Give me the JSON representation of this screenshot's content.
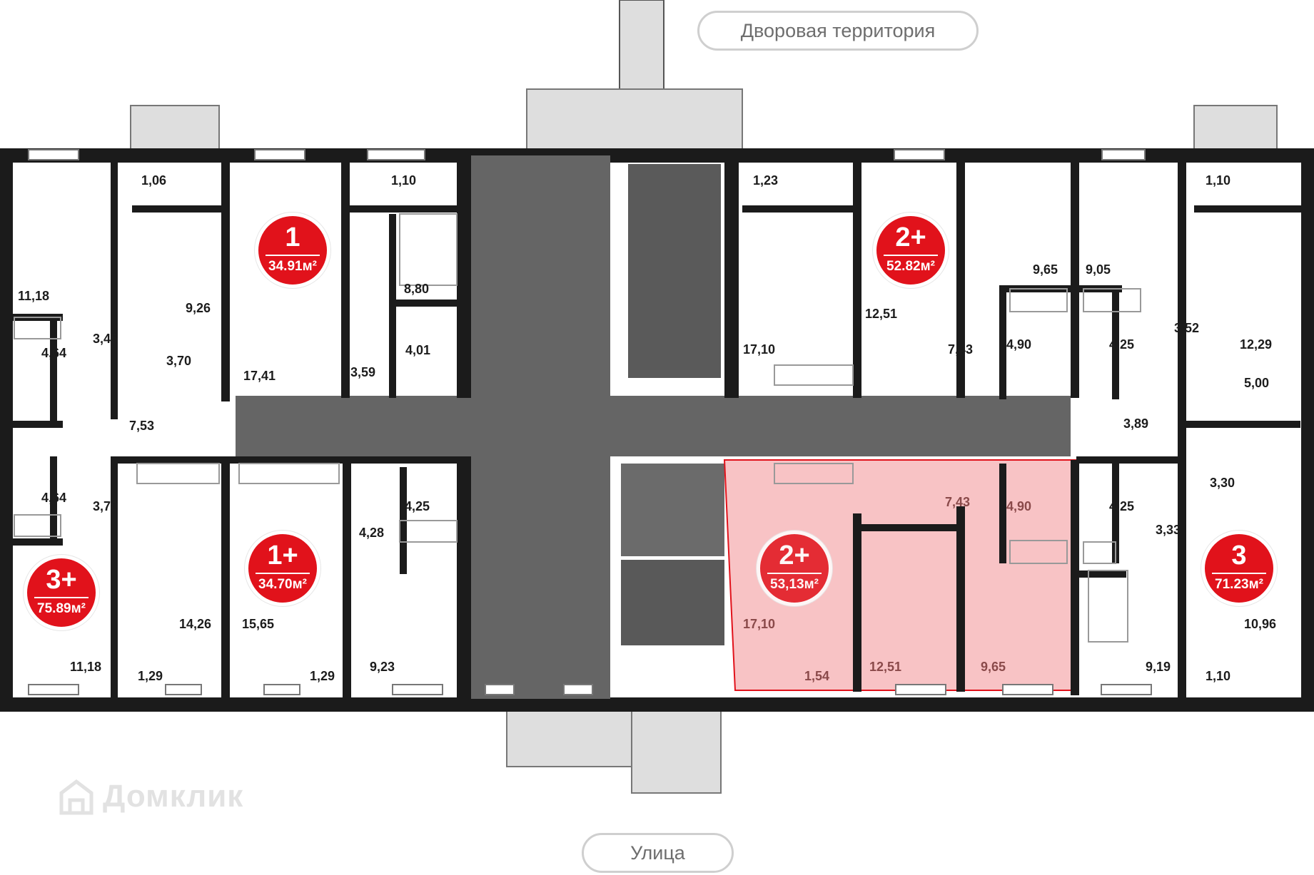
{
  "labels": {
    "courtyard": "Дворовая территория",
    "street": "Улица",
    "brand": "Домклик"
  },
  "apartments": [
    {
      "rooms": "1",
      "area": "34.91м²"
    },
    {
      "rooms": "2+",
      "area": "52.82м²"
    },
    {
      "rooms": "1+",
      "area": "34.70м²"
    },
    {
      "rooms": "2+",
      "area": "53,13м²",
      "highlighted": true
    },
    {
      "rooms": "3+",
      "area": "75.89м²"
    },
    {
      "rooms": "3",
      "area": "71.23м²"
    }
  ],
  "room_areas": [
    "1,06",
    "1,10",
    "1,23",
    "1,10",
    "11,18",
    "9,26",
    "3,45",
    "4,64",
    "3,70",
    "7,53",
    "8,80",
    "17,41",
    "4,01",
    "3,59",
    "9,65",
    "9,05",
    "12,51",
    "17,10",
    "7,43",
    "4,90",
    "4,25",
    "3,52",
    "12,29",
    "5,00",
    "3,89",
    "4,64",
    "3,70",
    "4,25",
    "4,28",
    "3,30",
    "3,33",
    "4,25",
    "14,26",
    "15,65",
    "11,18",
    "1,29",
    "1,29",
    "9,23",
    "7,43",
    "4,90",
    "17,10",
    "12,51",
    "9,65",
    "1,54",
    "10,96",
    "9,19",
    "1,10"
  ],
  "colors": {
    "wall": "#1b1b1b",
    "common_area": "#656565",
    "balcony": "#dedede",
    "badge": "#e1121b",
    "highlight": "#f7b8bb"
  }
}
